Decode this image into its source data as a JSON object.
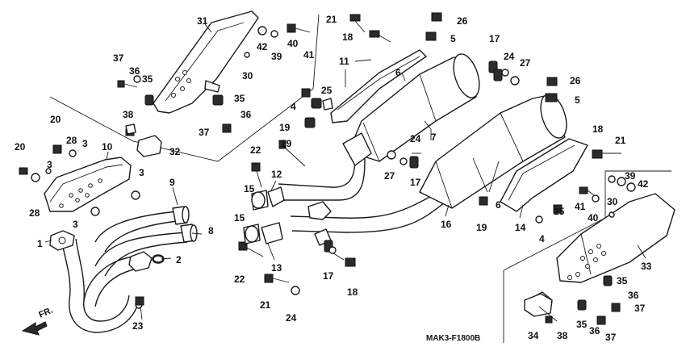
{
  "diagram": {
    "code_label": "MAK3-F1800B",
    "direction_label": "FR."
  },
  "callouts": [
    {
      "id": "c1",
      "label": "1"
    },
    {
      "id": "c2",
      "label": "2"
    },
    {
      "id": "c3a",
      "label": "3"
    },
    {
      "id": "c3b",
      "label": "3"
    },
    {
      "id": "c3c",
      "label": "3"
    },
    {
      "id": "c3d",
      "label": "3"
    },
    {
      "id": "c4a",
      "label": "4"
    },
    {
      "id": "c4b",
      "label": "4"
    },
    {
      "id": "c5a",
      "label": "5"
    },
    {
      "id": "c5b",
      "label": "5"
    },
    {
      "id": "c6a",
      "label": "6"
    },
    {
      "id": "c6b",
      "label": "6"
    },
    {
      "id": "c7",
      "label": "7"
    },
    {
      "id": "c8",
      "label": "8"
    },
    {
      "id": "c9",
      "label": "9"
    },
    {
      "id": "c10",
      "label": "10"
    },
    {
      "id": "c11",
      "label": "11"
    },
    {
      "id": "c12",
      "label": "12"
    },
    {
      "id": "c13",
      "label": "13"
    },
    {
      "id": "c14",
      "label": "14"
    },
    {
      "id": "c15a",
      "label": "15"
    },
    {
      "id": "c15b",
      "label": "15"
    },
    {
      "id": "c16",
      "label": "16"
    },
    {
      "id": "c17a",
      "label": "17"
    },
    {
      "id": "c17b",
      "label": "17"
    },
    {
      "id": "c17c",
      "label": "17"
    },
    {
      "id": "c18a",
      "label": "18"
    },
    {
      "id": "c18b",
      "label": "18"
    },
    {
      "id": "c18c",
      "label": "18"
    },
    {
      "id": "c19a",
      "label": "19"
    },
    {
      "id": "c19b",
      "label": "19"
    },
    {
      "id": "c20a",
      "label": "20"
    },
    {
      "id": "c20b",
      "label": "20"
    },
    {
      "id": "c21a",
      "label": "21"
    },
    {
      "id": "c21b",
      "label": "21"
    },
    {
      "id": "c21c",
      "label": "21"
    },
    {
      "id": "c22a",
      "label": "22"
    },
    {
      "id": "c22b",
      "label": "22"
    },
    {
      "id": "c23",
      "label": "23"
    },
    {
      "id": "c24a",
      "label": "24"
    },
    {
      "id": "c24b",
      "label": "24"
    },
    {
      "id": "c24c",
      "label": "24"
    },
    {
      "id": "c25a",
      "label": "25"
    },
    {
      "id": "c25b",
      "label": "25"
    },
    {
      "id": "c26a",
      "label": "26"
    },
    {
      "id": "c26b",
      "label": "26"
    },
    {
      "id": "c27a",
      "label": "27"
    },
    {
      "id": "c27b",
      "label": "27"
    },
    {
      "id": "c28a",
      "label": "28"
    },
    {
      "id": "c28b",
      "label": "28"
    },
    {
      "id": "c29",
      "label": "29"
    },
    {
      "id": "c30a",
      "label": "30"
    },
    {
      "id": "c30b",
      "label": "30"
    },
    {
      "id": "c31",
      "label": "31"
    },
    {
      "id": "c32",
      "label": "32"
    },
    {
      "id": "c33",
      "label": "33"
    },
    {
      "id": "c34",
      "label": "34"
    },
    {
      "id": "c35a",
      "label": "35"
    },
    {
      "id": "c35b",
      "label": "35"
    },
    {
      "id": "c35c",
      "label": "35"
    },
    {
      "id": "c35d",
      "label": "35"
    },
    {
      "id": "c36a",
      "label": "36"
    },
    {
      "id": "c36b",
      "label": "36"
    },
    {
      "id": "c36c",
      "label": "36"
    },
    {
      "id": "c36d",
      "label": "36"
    },
    {
      "id": "c37a",
      "label": "37"
    },
    {
      "id": "c37b",
      "label": "37"
    },
    {
      "id": "c37c",
      "label": "37"
    },
    {
      "id": "c37d",
      "label": "37"
    },
    {
      "id": "c38a",
      "label": "38"
    },
    {
      "id": "c38b",
      "label": "38"
    },
    {
      "id": "c39a",
      "label": "39"
    },
    {
      "id": "c39b",
      "label": "39"
    },
    {
      "id": "c40a",
      "label": "40"
    },
    {
      "id": "c40b",
      "label": "40"
    },
    {
      "id": "c41a",
      "label": "41"
    },
    {
      "id": "c41b",
      "label": "41"
    },
    {
      "id": "c42a",
      "label": "42"
    },
    {
      "id": "c42b",
      "label": "42"
    }
  ]
}
